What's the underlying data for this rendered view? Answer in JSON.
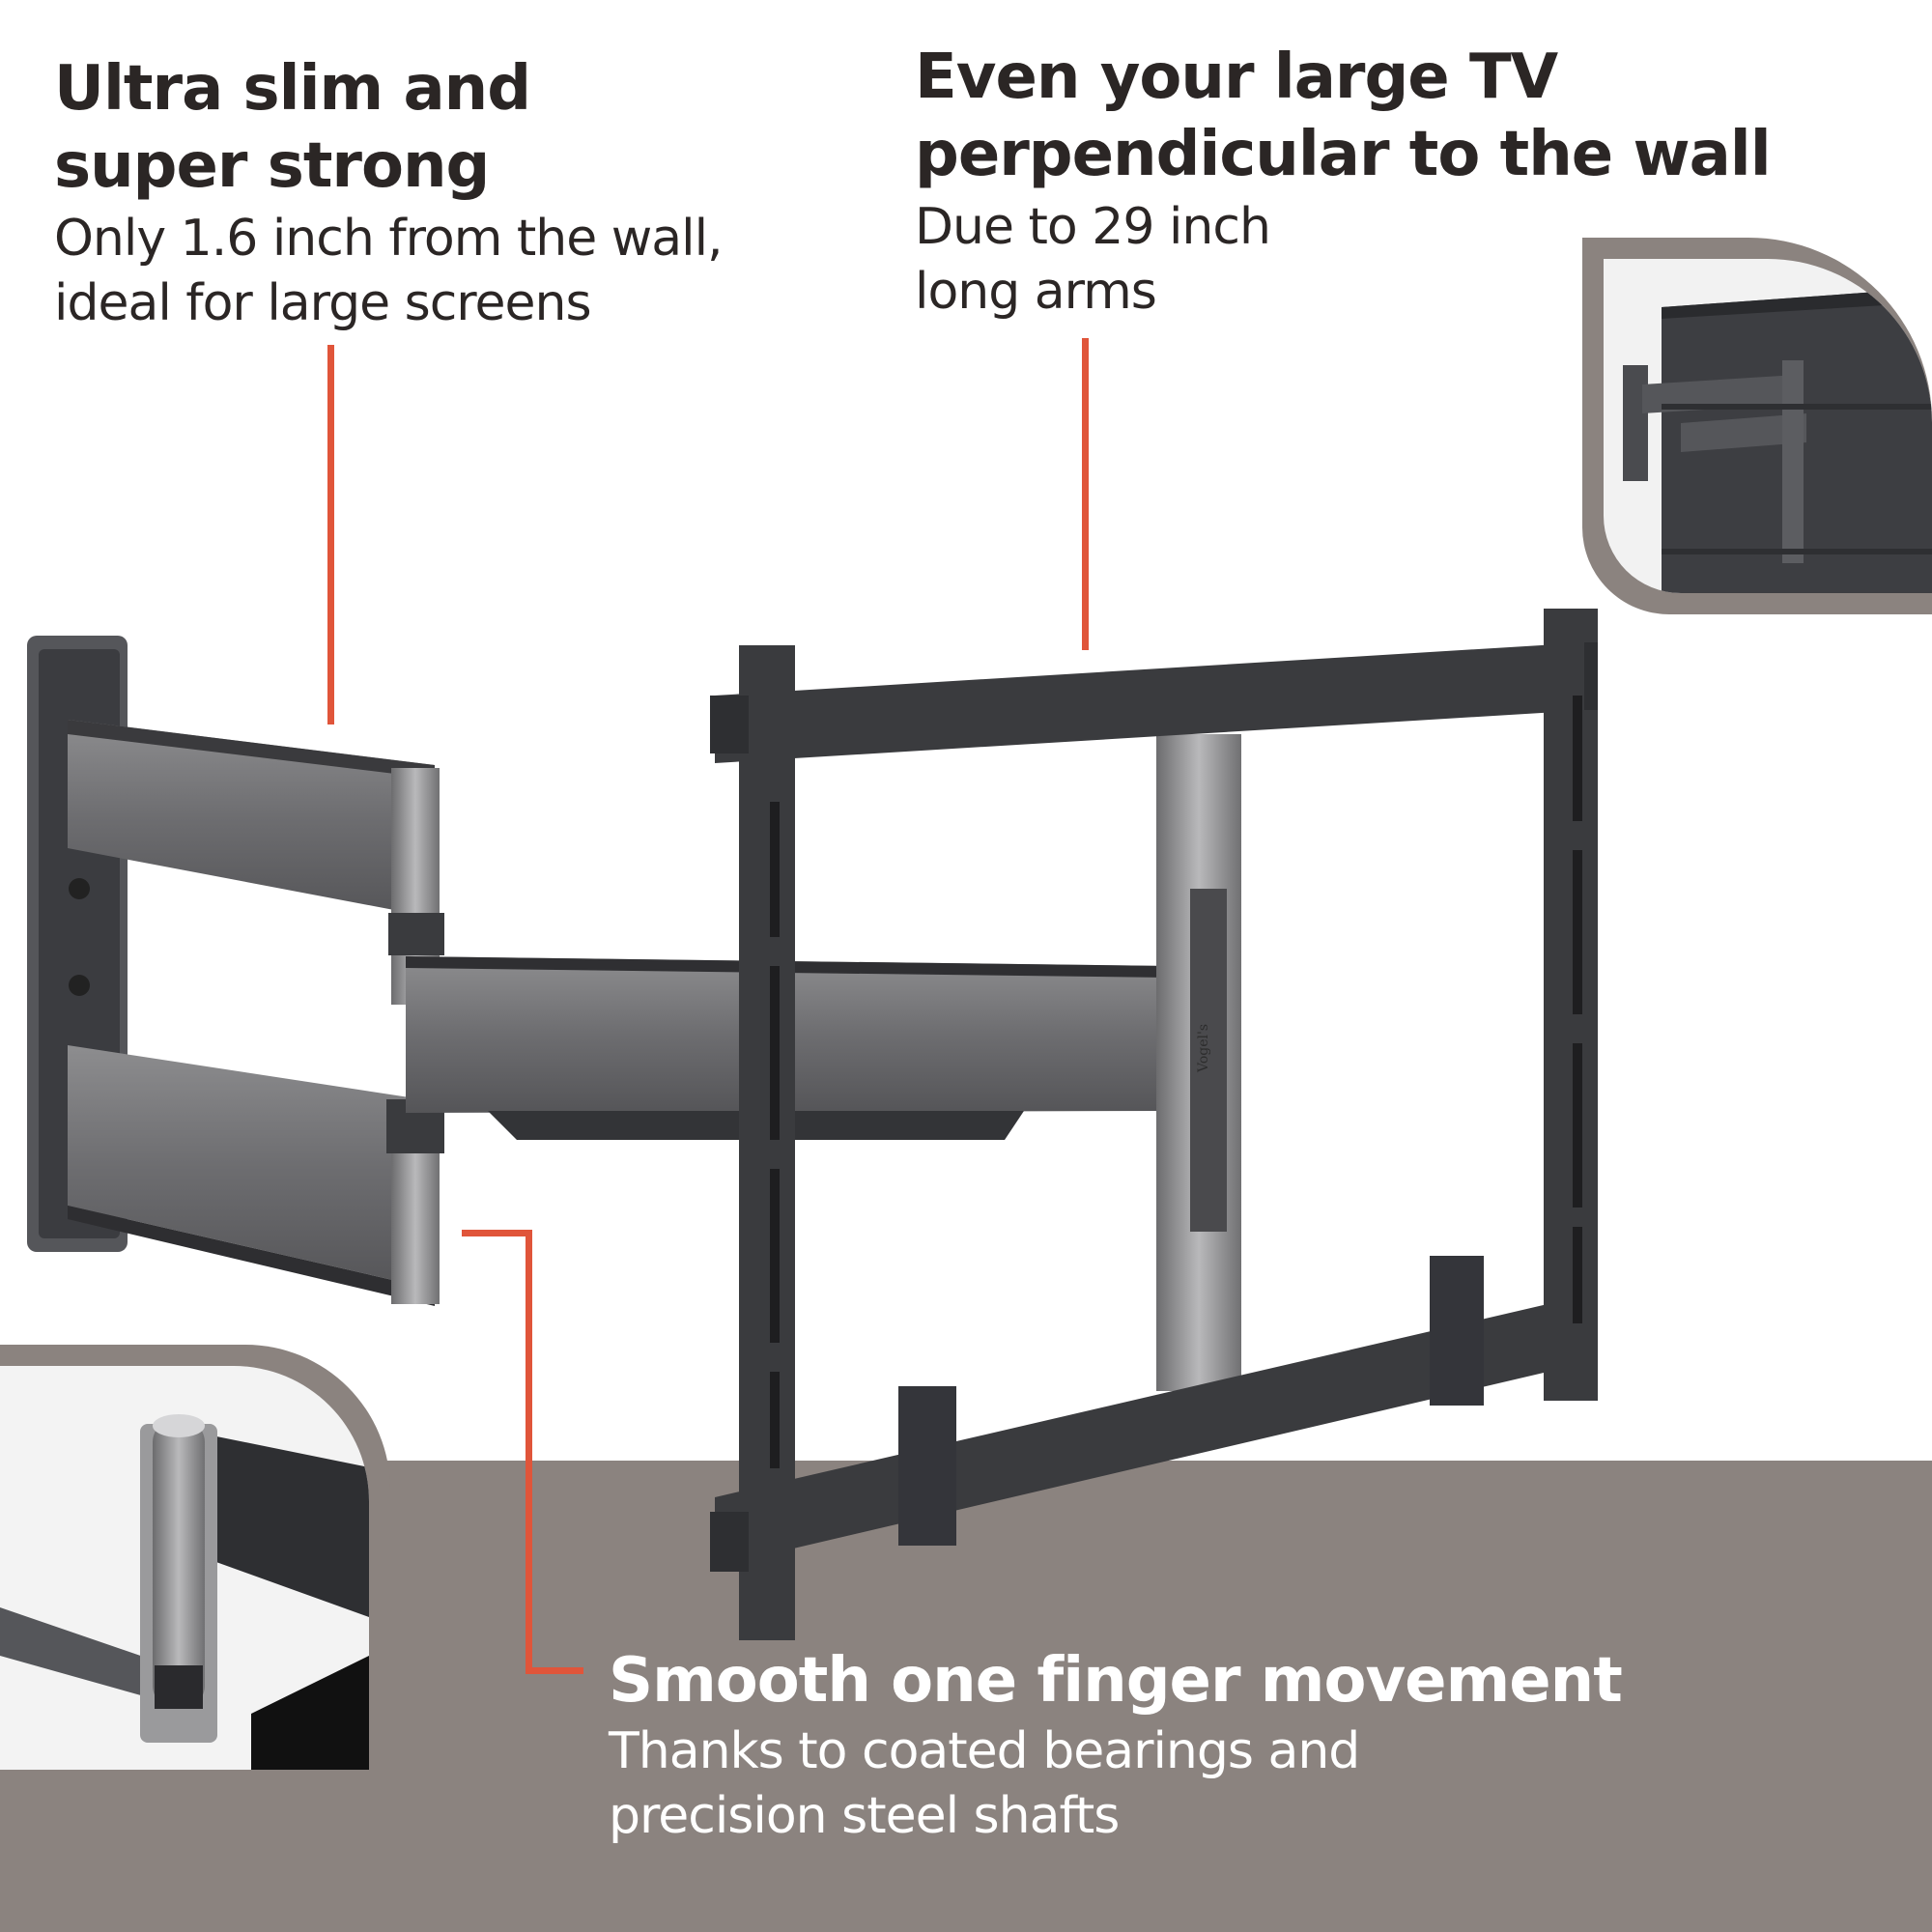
{
  "callouts": {
    "slim": {
      "headline": [
        "Ultra slim and",
        "super strong"
      ],
      "subline": [
        "Only 1.6 inch from the wall,",
        "ideal for large screens"
      ]
    },
    "perpendicular": {
      "headline": [
        "Even your large TV",
        "perpendicular to the wall"
      ],
      "subline": [
        "Due to 29 inch",
        "long arms"
      ]
    },
    "movement": {
      "headline": [
        "Smooth one finger movement"
      ],
      "subline": [
        "Thanks to coated bearings and",
        "precision steel shafts"
      ]
    }
  },
  "product": {
    "logo_text": "Vogel's"
  },
  "colors": {
    "accent": "#e0553a",
    "band": "#8b837f",
    "text_dark": "#2b2625",
    "text_light": "#ffffff",
    "frame_dark": "#3a3b3e",
    "arm_silver": "#7a7a7c"
  },
  "icons": {
    "inset_top": "tv-mounted-perpendicular-photo",
    "inset_bottom": "bearing-shaft-closeup-photo"
  }
}
